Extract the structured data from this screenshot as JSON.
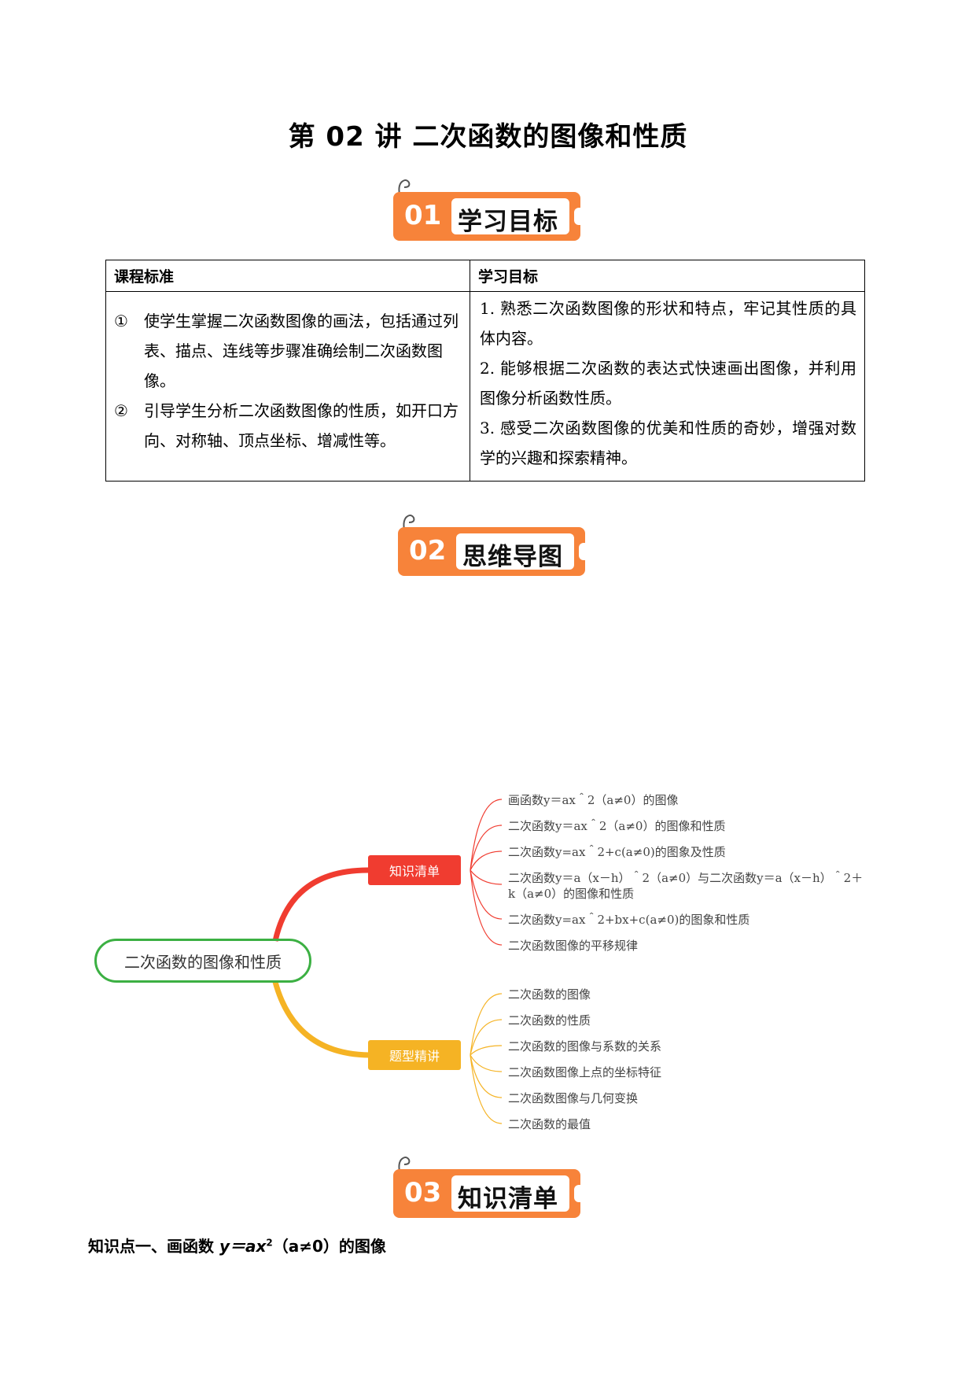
{
  "title": "第 02 讲  二次函数的图像和性质",
  "badges": [
    {
      "num": "01",
      "label": "学习目标"
    },
    {
      "num": "02",
      "label": "思维导图"
    },
    {
      "num": "03",
      "label": "知识清单"
    }
  ],
  "goals_table": {
    "header_left": "课程标准",
    "header_right": "学习目标",
    "standards": [
      {
        "mark": "①",
        "text": "使学生掌握二次函数图像的画法，包括通过列表、描点、连线等步骤准确绘制二次函数图像。"
      },
      {
        "mark": "②",
        "text": "引导学生分析二次函数图像的性质，如开口方向、对称轴、顶点坐标、增减性等。"
      }
    ],
    "goals": [
      "1. 熟悉二次函数图像的形状和特点，牢记其性质的具体内容。",
      "2. 能够根据二次函数的表达式快速画出图像，并利用图像分析函数性质。",
      "3. 感受二次函数图像的优美和性质的奇妙，增强对数学的兴趣和探索精神。"
    ]
  },
  "mindmap": {
    "root": "二次函数的图像和性质",
    "branch1": {
      "label": "知识清单",
      "color": "#f03c30",
      "items": [
        "画函数y＝ax＾2（a≠0）的图像",
        "二次函数y＝ax＾2（a≠0）的图像和性质",
        "二次函数y=ax＾2+c(a≠0)的图象及性质",
        "二次函数y＝a（x－h）＾2（a≠0）与二次函数y＝a（x－h）＾2＋",
        "k（a≠0）的图像和性质",
        "二次函数y=ax＾2+bx+c(a≠0)的图象和性质",
        "二次函数图像的平移规律"
      ]
    },
    "branch2": {
      "label": "题型精讲",
      "color": "#f5b324",
      "items": [
        "二次函数的图像",
        "二次函数的性质",
        "二次函数的图像与系数的关系",
        "二次函数图像上点的坐标特征",
        "二次函数图像与几何变换",
        "二次函数的最值"
      ]
    }
  },
  "section_heading": {
    "prefix": "知识点一、画函数 ",
    "formula": "y＝ax",
    "sup": "2",
    "suffix": "（a≠0）的图像"
  },
  "colors": {
    "badge": "#f7833a",
    "root_border": "#3cb043",
    "branch1": "#f03c30",
    "branch2": "#f5b324"
  }
}
